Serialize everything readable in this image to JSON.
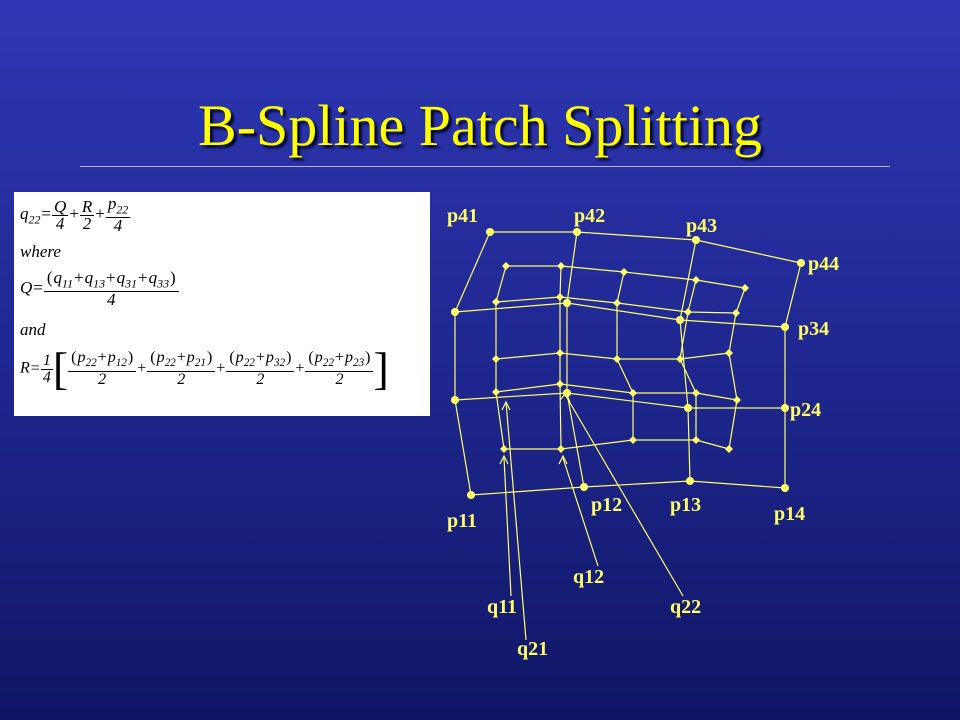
{
  "slide": {
    "title": "B-Spline Patch Splitting"
  },
  "formulas": {
    "q22": {
      "lhs": "q",
      "lhs_sub": "22",
      "t1_num": "Q",
      "t1_den": "4",
      "t2_num": "R",
      "t2_den": "2",
      "t3_num": "p",
      "t3_num_sub": "22",
      "t3_den": "4"
    },
    "where": "where",
    "Q": {
      "lhs": "Q",
      "n1": "q",
      "s1": "11",
      "n2": "q",
      "s2": "13",
      "n3": "q",
      "s3": "31",
      "n4": "q",
      "s4": "33",
      "den": "4"
    },
    "and": "and",
    "R": {
      "lhs": "R",
      "coef_num": "1",
      "coef_den": "4",
      "terms": [
        {
          "a": "p",
          "as": "22",
          "b": "p",
          "bs": "12",
          "den": "2"
        },
        {
          "a": "p",
          "as": "22",
          "b": "p",
          "bs": "21",
          "den": "2"
        },
        {
          "a": "p",
          "as": "22",
          "b": "p",
          "bs": "32",
          "den": "2"
        },
        {
          "a": "p",
          "as": "22",
          "b": "p",
          "bs": "23",
          "den": "2"
        }
      ]
    }
  },
  "labels": {
    "p41": "p41",
    "p42": "p42",
    "p43": "p43",
    "p44": "p44",
    "p34": "p34",
    "p24": "p24",
    "p14": "p14",
    "p13": "p13",
    "p12": "p12",
    "p11": "p11",
    "q11": "q11",
    "q12": "q12",
    "q21": "q21",
    "q22": "q22"
  },
  "colors": {
    "title": "#ffff00",
    "lines": "#ffff66",
    "background_top": "#2f37b4",
    "background_bottom": "#101664"
  }
}
